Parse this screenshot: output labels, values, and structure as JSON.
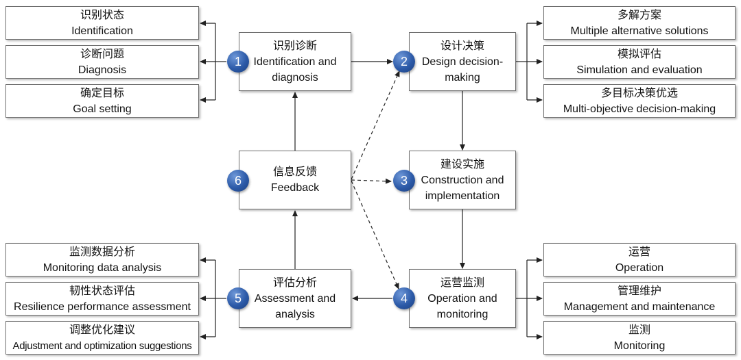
{
  "stages": {
    "s1": {
      "num": "1",
      "zh": "识别诊断",
      "en": "Identification and diagnosis"
    },
    "s2": {
      "num": "2",
      "zh": "设计决策",
      "en": "Design decision-making"
    },
    "s3": {
      "num": "3",
      "zh": "建设实施",
      "en": "Construction and implementation"
    },
    "s4": {
      "num": "4",
      "zh": "运营监测",
      "en": "Operation and monitoring"
    },
    "s5": {
      "num": "5",
      "zh": "评估分析",
      "en": "Assessment and analysis"
    },
    "s6": {
      "num": "6",
      "zh": "信息反馈",
      "en": "Feedback"
    }
  },
  "left_top": [
    {
      "zh": "识别状态",
      "en": "Identification"
    },
    {
      "zh": "诊断问题",
      "en": "Diagnosis"
    },
    {
      "zh": "确定目标",
      "en": "Goal setting"
    }
  ],
  "left_bottom": [
    {
      "zh": "监测数据分析",
      "en": "Monitoring data analysis"
    },
    {
      "zh": "韧性状态评估",
      "en": "Resilience performance assessment"
    },
    {
      "zh": "调整优化建议",
      "en": "Adjustment and optimization suggestions"
    }
  ],
  "right_top": [
    {
      "zh": "多解方案",
      "en": "Multiple alternative solutions"
    },
    {
      "zh": "模拟评估",
      "en": "Simulation and evaluation"
    },
    {
      "zh": "多目标决策优选",
      "en": "Multi-objective decision-making"
    }
  ],
  "right_bottom": [
    {
      "zh": "运营",
      "en": "Operation"
    },
    {
      "zh": "管理维护",
      "en": "Management and maintenance"
    },
    {
      "zh": "监测",
      "en": "Monitoring"
    }
  ],
  "colors": {
    "badge": "#2c5aa8",
    "border": "#6e6e6e",
    "line": "#222222"
  }
}
